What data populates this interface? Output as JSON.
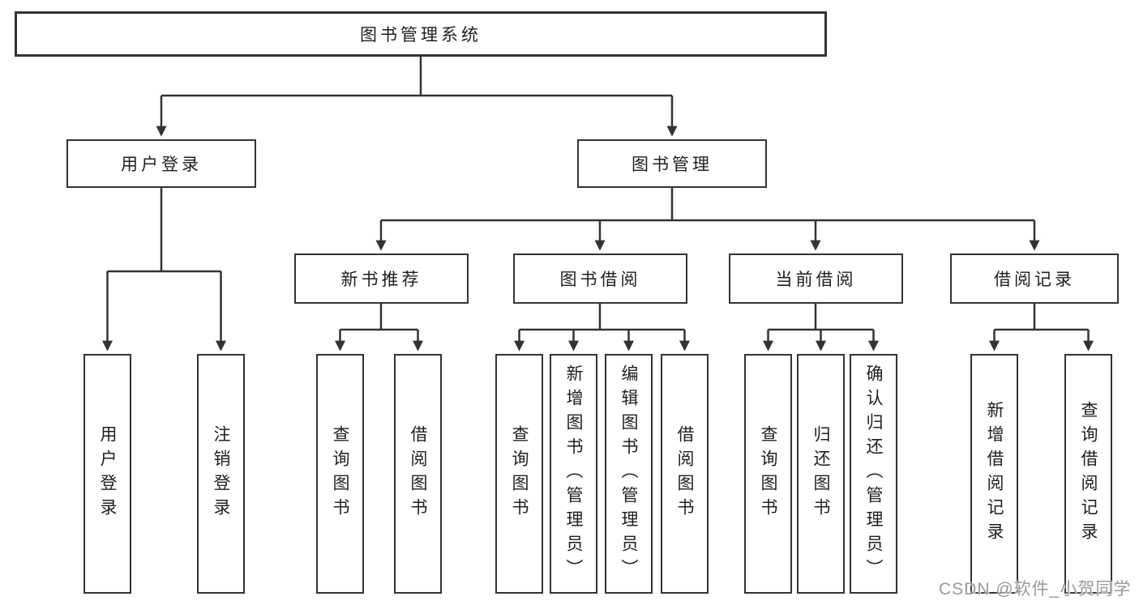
{
  "nodes": {
    "root": "图书管理系统",
    "user_login": "用户登录",
    "book_management": "图书管理",
    "new_book_recommend": "新书推荐",
    "book_borrow": "图书借阅",
    "current_borrow": "当前借阅",
    "borrow_record": "借阅记录",
    "leaf_user_login": "用户登录",
    "leaf_logout": "注销登录",
    "leaf_nbr_query_book": "查询图书",
    "leaf_nbr_borrow_book": "借阅图书",
    "leaf_bb_query_book": "查询图书",
    "leaf_bb_add_book": "新增图书（管理员）",
    "leaf_bb_edit_book": "编辑图书（管理员）",
    "leaf_bb_borrow_book": "借阅图书",
    "leaf_cb_query_book": "查询图书",
    "leaf_cb_return_book": "归还图书",
    "leaf_cb_confirm_return": "确认归还（管理员）",
    "leaf_br_add_record": "新增借阅记录",
    "leaf_br_query_record": "查询借阅记录"
  },
  "watermark": {
    "text": "CSDN @软件_小贺同学",
    "color": "#9a9a9a"
  },
  "colors": {
    "line": "#333333",
    "box_border": "#333333",
    "background": "#ffffff",
    "text": "#1f1f1f"
  }
}
